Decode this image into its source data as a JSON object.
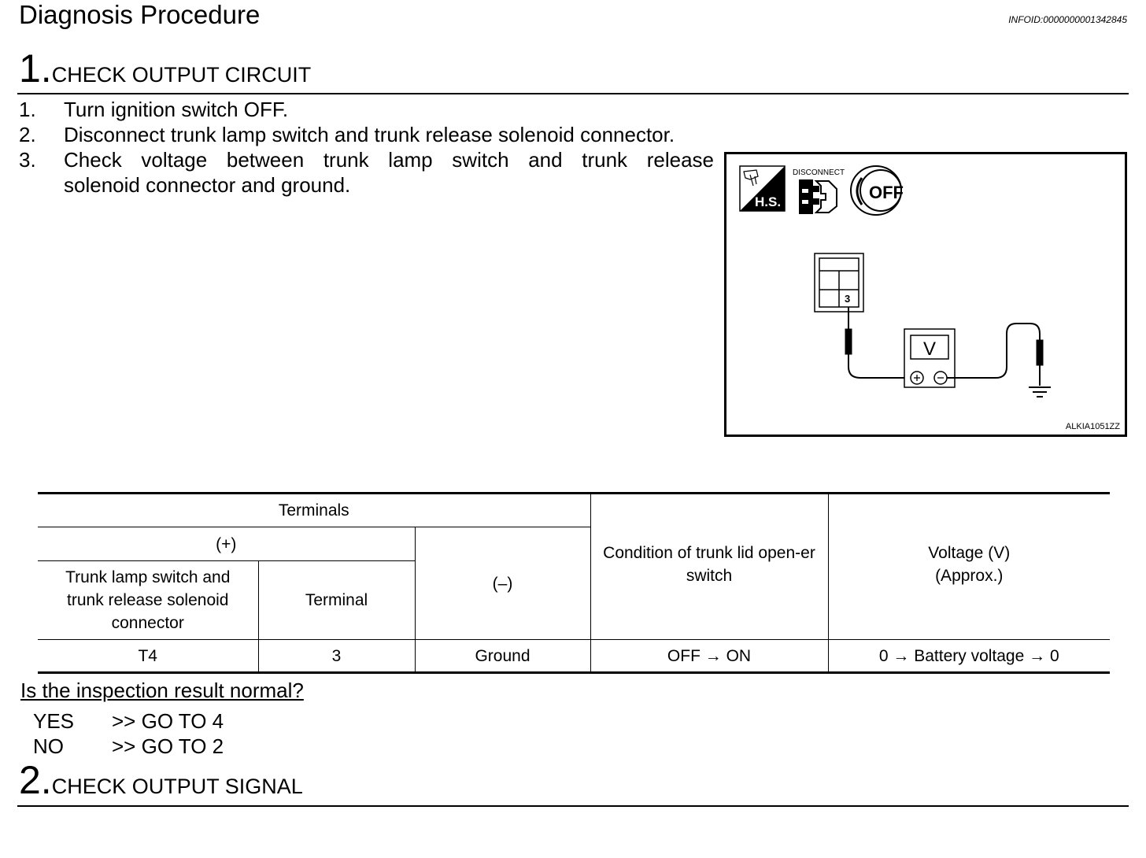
{
  "header": {
    "title": "Diagnosis Procedure",
    "info_id": "INFOID:0000000001342845"
  },
  "step1": {
    "number": "1.",
    "title": "CHECK OUTPUT CIRCUIT",
    "instructions": [
      {
        "n": "1.",
        "text": "Turn ignition switch OFF."
      },
      {
        "n": "2.",
        "text": "Disconnect trunk lamp switch and trunk release solenoid connector."
      },
      {
        "n": "3.",
        "line1": "Check voltage between trunk lamp switch and trunk release",
        "line2": "solenoid connector and ground."
      }
    ]
  },
  "figure": {
    "hs_label": "H.S.",
    "disconnect_label": "DISCONNECT",
    "off_label": "OFF",
    "terminal_number": "3",
    "meter_label": "V",
    "image_code": "ALKIA1051ZZ",
    "icons": [
      "harness-side-icon",
      "disconnect-connector-icon",
      "ignition-off-icon",
      "connector-face-icon",
      "voltmeter-icon",
      "ground-icon"
    ]
  },
  "table": {
    "terminals_header": "Terminals",
    "plus_header": "(+)",
    "connector_header": "Trunk lamp switch and trunk release solenoid connector",
    "terminal_header": "Terminal",
    "minus_header": "(–)",
    "condition_header": "Condition of trunk lid open-er switch",
    "voltage_header_line1": "Voltage (V)",
    "voltage_header_line2": "(Approx.)",
    "row": {
      "connector": "T4",
      "terminal": "3",
      "minus": "Ground",
      "condition": "OFF → ON",
      "voltage": "0 → Battery voltage → 0"
    }
  },
  "result": {
    "question": "Is the inspection result normal?",
    "answers": [
      {
        "key": "YES",
        "value": ">> GO TO 4"
      },
      {
        "key": "NO",
        "value": ">> GO TO 2"
      }
    ]
  },
  "step2": {
    "number": "2.",
    "title": "CHECK OUTPUT SIGNAL"
  }
}
